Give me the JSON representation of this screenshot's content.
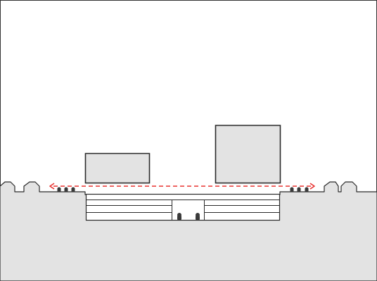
{
  "colors": {
    "background": "#ffffff",
    "frame": "#333333",
    "ground_fill": "#e3e3e3",
    "building_fill": "#e3e3e3",
    "underground_fill": "#ffffff",
    "line": "#2a2a2a",
    "arrow": "#e8312f",
    "person": "#3a3a3a"
  },
  "elements": {
    "ground": "ground-section",
    "small_building": "building-small",
    "large_building": "building-large",
    "underground": "underground-structure",
    "arrow": "pedestrian-connection-arrow",
    "people_left": "people-group-left",
    "people_right": "people-group-right"
  }
}
